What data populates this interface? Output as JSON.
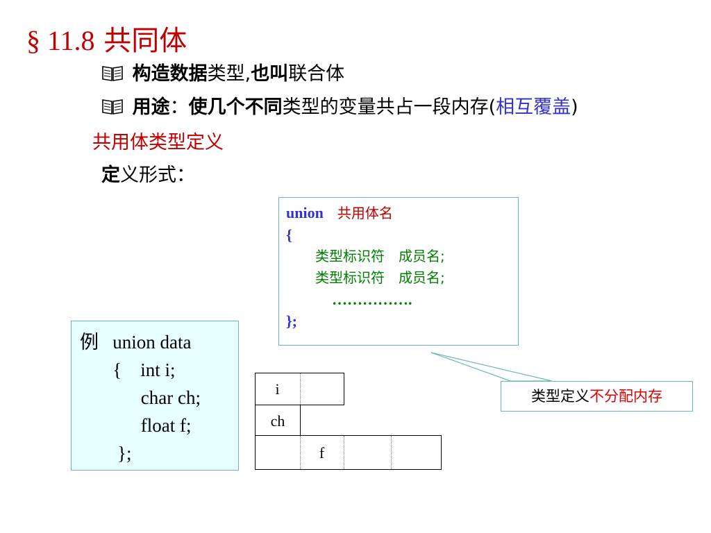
{
  "title": {
    "section": "§ 11.8",
    "text": "共同体"
  },
  "bullets": [
    {
      "icon": "book-icon",
      "bold_a": "构造数据",
      "normal_a": "类型,",
      "bold_b": "也叫",
      "normal_b": "联合体"
    },
    {
      "icon": "book-icon",
      "bold_a": "用途",
      "normal_a": "：",
      "bold_b": "使几个不同",
      "normal_b": "类型的变量共占一段内存(",
      "blue": "相互覆盖",
      "end": ")"
    }
  ],
  "subtitle": "共用体类型定义",
  "definition_form": {
    "bold": "定",
    "rest": "义形式："
  },
  "syntax": {
    "keyword": "union",
    "name": "共用体名",
    "open": "{",
    "members": [
      "类型标识符　成员名;",
      "类型标识符　成员名;"
    ],
    "dots": "…………….",
    "close": "};"
  },
  "example": {
    "lines": [
      "例   union data",
      "       {    int i;",
      "             char ch;",
      "             float f;",
      "        };"
    ]
  },
  "memory": {
    "i": "i",
    "ch": "ch",
    "f": "f"
  },
  "note": {
    "normal": "类型定义",
    "red": "不分配内存"
  },
  "colors": {
    "title": "#c00000",
    "keyword": "#3333cc",
    "member": "#008000",
    "box_border": "#6fb7b7",
    "example_bg": "#e8ffff"
  }
}
